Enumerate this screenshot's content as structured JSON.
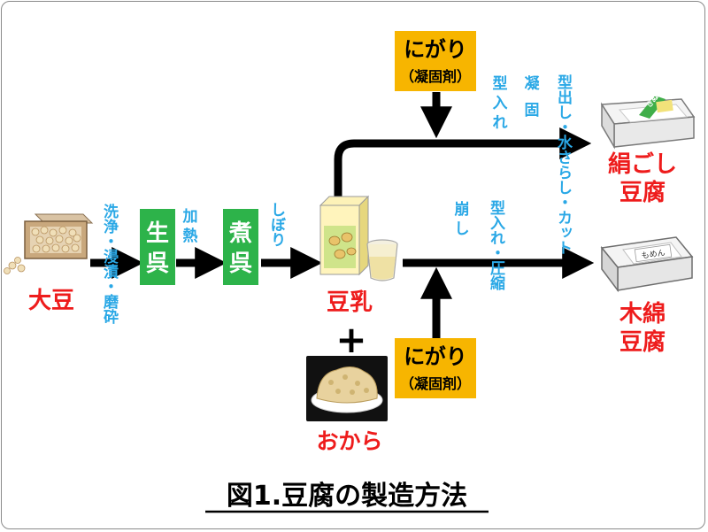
{
  "colors": {
    "process_box": "#2db34a",
    "coagulant_box": "#f7b500",
    "product_label": "#ee1c1c",
    "step_label": "#2aa8e6",
    "arrow": "#000000"
  },
  "nodes": {
    "soybean": "大豆",
    "raw_go": [
      "生",
      "呉"
    ],
    "cooked_go": [
      "煮",
      "呉"
    ],
    "soymilk": "豆乳",
    "okara": "おから",
    "plus": "+",
    "kinugoshi": [
      "絹ごし",
      "豆腐"
    ],
    "momen": [
      "木綿",
      "豆腐"
    ]
  },
  "coagulant": {
    "name": "にがり",
    "note": "（凝固剤）"
  },
  "steps": {
    "wash_soak_grind": [
      "洗浄・浸漬・磨砕"
    ],
    "heat": [
      "加",
      "熱"
    ],
    "squeeze": [
      "しぼり"
    ],
    "pour_mold_top": [
      "型",
      "入",
      "れ"
    ],
    "coagulate": [
      "凝",
      "固"
    ],
    "unmold_rinse_cut": [
      "型出し・水さらし・カット"
    ],
    "break_up": [
      "崩",
      "し"
    ],
    "mold_press": [
      "型入れ・圧縮"
    ]
  },
  "package_text": {
    "kinugoshi_pack": "きぬ",
    "momen_pack": "もめん"
  },
  "caption": "図1.豆腐の製造方法"
}
